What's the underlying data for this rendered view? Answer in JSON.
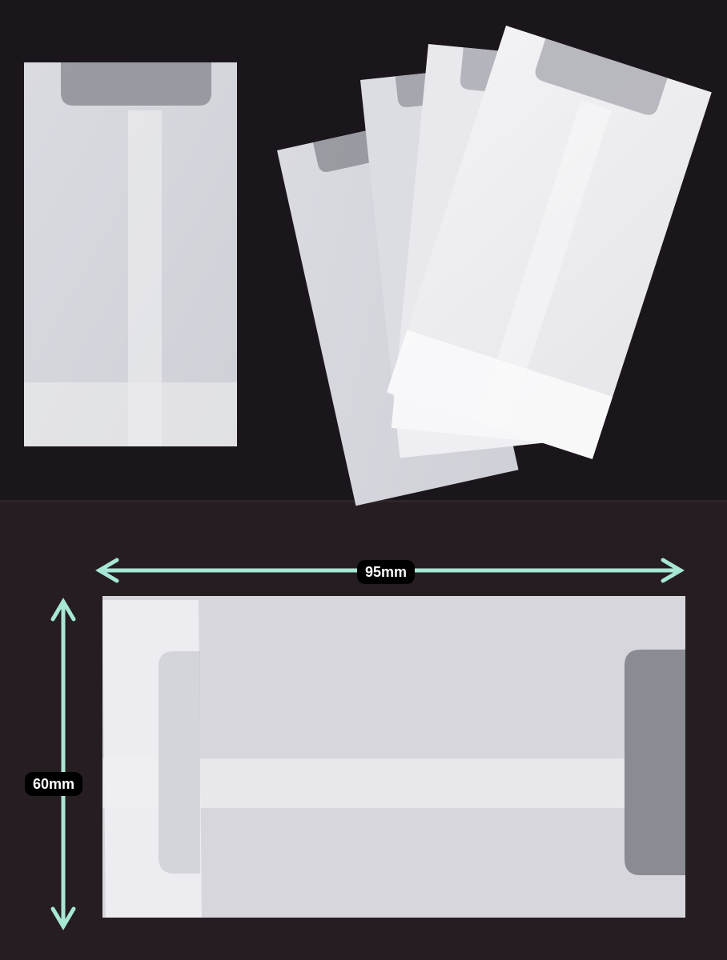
{
  "dimensions": {
    "width_label": "95mm",
    "height_label": "60mm"
  },
  "colors": {
    "background": "#1b161b",
    "arrow": "#a8e6d6",
    "envelope": "#e4e4e9",
    "flap_shadow": "#9f9fa8"
  },
  "icons": {
    "width_arrow": "double-headed-arrow-horizontal",
    "height_arrow": "double-headed-arrow-vertical"
  }
}
